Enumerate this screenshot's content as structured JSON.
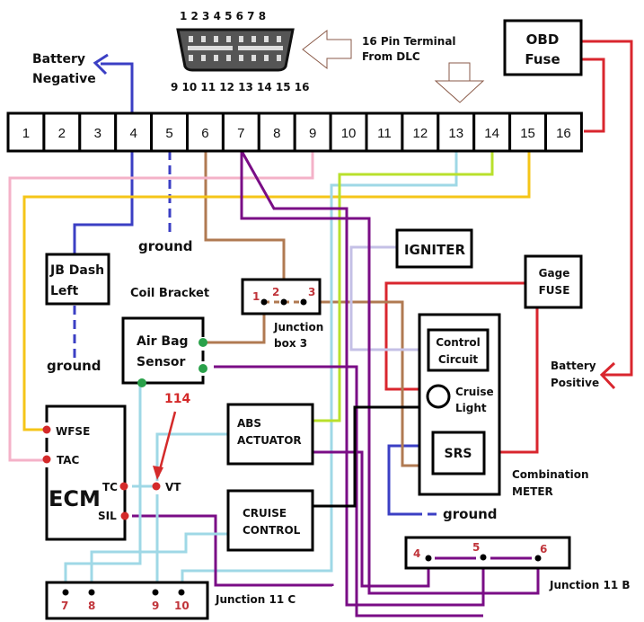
{
  "diagram": {
    "colors": {
      "red": "#d9262e",
      "blue": "#3b3fc4",
      "brown": "#b07a52",
      "purple": "#7a0d86",
      "pink": "#f4b2c8",
      "yellow": "#f5c518",
      "lightblue": "#9fd8e6",
      "lime": "#b9e02c",
      "lavender": "#c4c0e6",
      "green": "#2aa14a",
      "dotred": "#d42a2a",
      "black": "#000000"
    },
    "connector": {
      "top_pins": "1 2 3 4 5 6 7 8",
      "bottom_pins": "9 10 11 12 13 14 15 16",
      "label_line1": "16 Pin Terminal",
      "label_line2": "From DLC"
    },
    "terminal_pins": [
      "1",
      "2",
      "3",
      "4",
      "5",
      "6",
      "7",
      "8",
      "9",
      "10",
      "11",
      "12",
      "13",
      "14",
      "15",
      "16"
    ],
    "battery_negative": {
      "line1": "Battery",
      "line2": "Negative"
    },
    "battery_positive": {
      "line1": "Battery",
      "line2": "Positive"
    },
    "obd_fuse": {
      "line1": "OBD",
      "line2": "Fuse"
    },
    "gage_fuse": {
      "line1": "Gage",
      "line2": "FUSE"
    },
    "jb_dash": {
      "line1": "JB Dash",
      "line2": "Left"
    },
    "ground_label": "ground",
    "coil_bracket": "Coil Bracket",
    "igniter": "IGNITER",
    "junction_box_3": {
      "line1": "Junction",
      "line2": "box 3",
      "pins": [
        "1",
        "2",
        "3"
      ]
    },
    "air_bag_sensor": {
      "line1": "Air Bag",
      "line2": "Sensor"
    },
    "combination_meter": {
      "line1": "Combination",
      "line2": "METER",
      "control_circuit": {
        "line1": "Control",
        "line2": "Circuit"
      },
      "cruise_light": {
        "line1": "Cruise",
        "line2": "Light"
      },
      "srs": "SRS"
    },
    "ecm": {
      "label": "ECM",
      "pins": {
        "wfse": "WFSE",
        "tac": "TAC",
        "tc": "TC",
        "sil": "SIL"
      }
    },
    "vt": {
      "label": "VT",
      "callout": "114"
    },
    "abs_actuator": {
      "line1": "ABS",
      "line2": "ACTUATOR"
    },
    "cruise_control": {
      "line1": "CRUISE",
      "line2": "CONTROL"
    },
    "junction_11c": {
      "label": "Junction 11 C",
      "pins": [
        "7",
        "8",
        "9",
        "10"
      ]
    },
    "junction_11b": {
      "label": "Junction 11 B",
      "pins": [
        "4",
        "5",
        "6"
      ]
    }
  }
}
